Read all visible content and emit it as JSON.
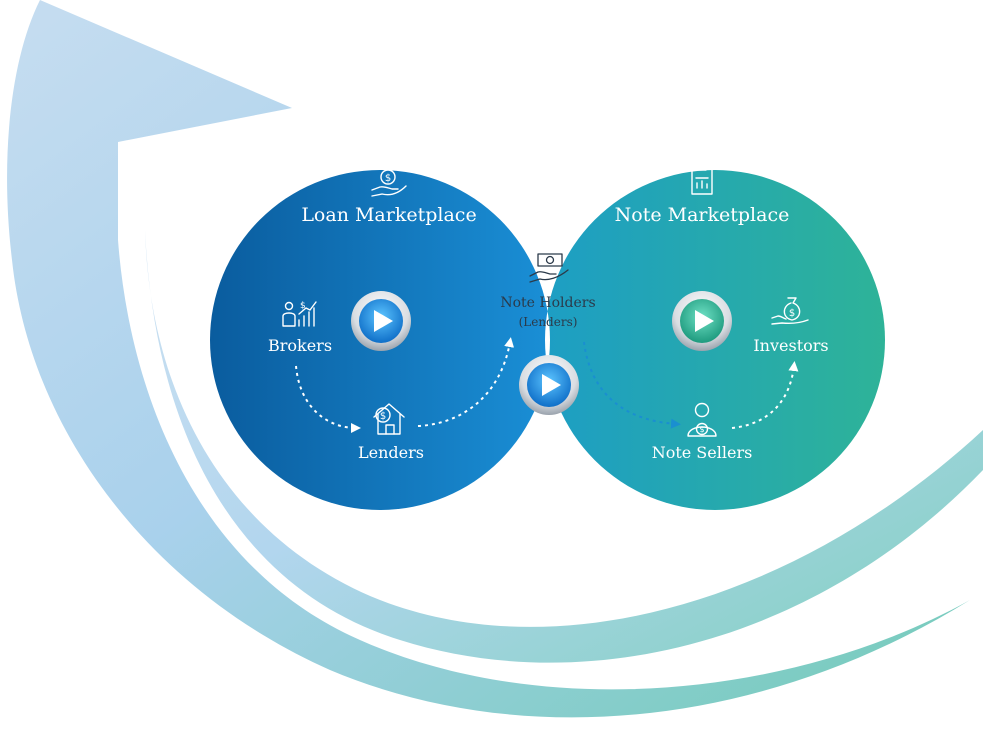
{
  "loan_marketplace": {
    "title": "Loan Marketplace"
  },
  "note_marketplace": {
    "title": "Note Marketplace"
  },
  "overlap": {
    "title": "Note Holders",
    "subtitle": "(Lenders)"
  },
  "nodes": {
    "brokers": "Brokers",
    "lenders": "Lenders",
    "note_sellers": "Note Sellers",
    "investors": "Investors"
  },
  "colors": {
    "loan_dark": "#0b5fa3",
    "loan_light": "#1a8fd6",
    "note_dark": "#1fa0c0",
    "note_light": "#2eb39a",
    "play_blue": "#1e8fe0",
    "play_teal": "#2fb79b"
  },
  "icons": {
    "loan": "hand-coin-icon",
    "note": "clipboard-chart-icon",
    "overlap": "hand-cash-icon",
    "brokers": "people-growth-icon",
    "lenders": "house-dollar-icon",
    "note_sellers": "person-dollar-icon",
    "investors": "money-bag-hand-icon"
  }
}
